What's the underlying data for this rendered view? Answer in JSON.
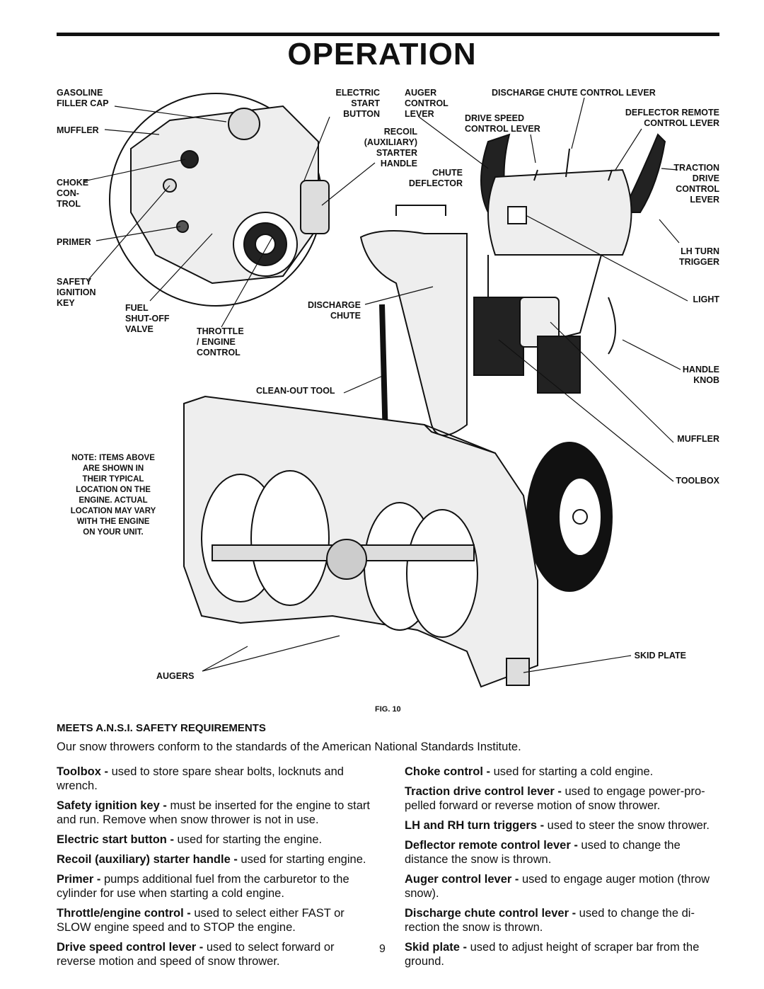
{
  "page_title": "OPERATION",
  "figure": {
    "fig_label": "FIG. 10",
    "note": "NOTE: ITEMS ABOVE\nARE SHOWN IN\nTHEIR TYPICAL\nLOCATION ON THE\nENGINE. ACTUAL\nLOCATION MAY VARY\nWITH THE ENGINE\nON YOUR UNIT.",
    "labels": {
      "gasoline_filler_cap": "GASOLINE\nFILLER CAP",
      "muffler_engine": "MUFFLER",
      "choke_control": "CHOKE\nCON-\nTROL",
      "primer": "PRIMER",
      "safety_ignition_key": "SAFETY\nIGNITION\nKEY",
      "fuel_shutoff_valve": "FUEL\nSHUT-OFF\nVALVE",
      "throttle_engine_control": "THROTTLE\n/ ENGINE\nCONTROL",
      "electric_start_button": "ELECTRIC\nSTART\nBUTTON",
      "recoil_starter_handle": "RECOIL\n(AUXILIARY)\nSTARTER\nHANDLE",
      "auger_control_lever": "AUGER\nCONTROL\nLEVER",
      "chute_deflector": "CHUTE\nDEFLECTOR",
      "discharge_chute": "DISCHARGE\nCHUTE",
      "clean_out_tool": "CLEAN-OUT TOOL",
      "discharge_chute_control_lever": "DISCHARGE CHUTE CONTROL LEVER",
      "drive_speed_control_lever": "DRIVE SPEED\nCONTROL LEVER",
      "deflector_remote_control_lever": "DEFLECTOR REMOTE\nCONTROL LEVER",
      "traction_drive_control_lever": "TRACTION\nDRIVE\nCONTROL\nLEVER",
      "lh_turn_trigger": "LH TURN\nTRIGGER",
      "light": "LIGHT",
      "handle_knob": "HANDLE\nKNOB",
      "muffler_unit": "MUFFLER",
      "toolbox": "TOOLBOX",
      "skid_plate": "SKID PLATE",
      "augers": "AUGERS"
    }
  },
  "section": {
    "title": "MEETS A.N.S.I. SAFETY REQUIREMENTS",
    "intro": "Our snow throwers conform to the standards of the American National Standards Institute."
  },
  "left_column": [
    {
      "term": "Toolbox - ",
      "text": "used to store spare shear bolts, locknuts and wrench."
    },
    {
      "term": "Safety ignition key - ",
      "text": "must be inserted for the engine to start and run. Remove when snow thrower is not in use."
    },
    {
      "term": "Electric start button - ",
      "text": "used for starting the engine."
    },
    {
      "term": "Recoil (auxiliary) starter handle - ",
      "text": "used for starting engine."
    },
    {
      "term": "Primer - ",
      "text": "pumps additional fuel from the carburetor to the cylinder for use when starting a cold engine."
    },
    {
      "term": "Throttle/engine control - ",
      "text": "used to select either FAST or SLOW engine speed and to STOP the engine."
    },
    {
      "term": "Drive speed control lever - ",
      "text": "used to select forward or reverse motion and speed of snow thrower."
    }
  ],
  "right_column": [
    {
      "term": "Choke control - ",
      "text": "used for starting a cold engine."
    },
    {
      "term": "Traction drive control lever - ",
      "text": "used to engage power-pro-pelled forward or reverse motion of snow thrower."
    },
    {
      "term": "LH and RH turn triggers - ",
      "text": "used to steer the snow thrower."
    },
    {
      "term": "Deflector remote control lever - ",
      "text": "used to change the distance the snow is thrown."
    },
    {
      "term": "Auger control lever - ",
      "text": "used to engage auger motion (throw snow)."
    },
    {
      "term": "Discharge chute control lever - ",
      "text": "used to change the di-rection the snow is thrown."
    },
    {
      "term": "Skid plate - ",
      "text": "used to adjust height of scraper bar from the ground."
    }
  ],
  "page_number": "9"
}
